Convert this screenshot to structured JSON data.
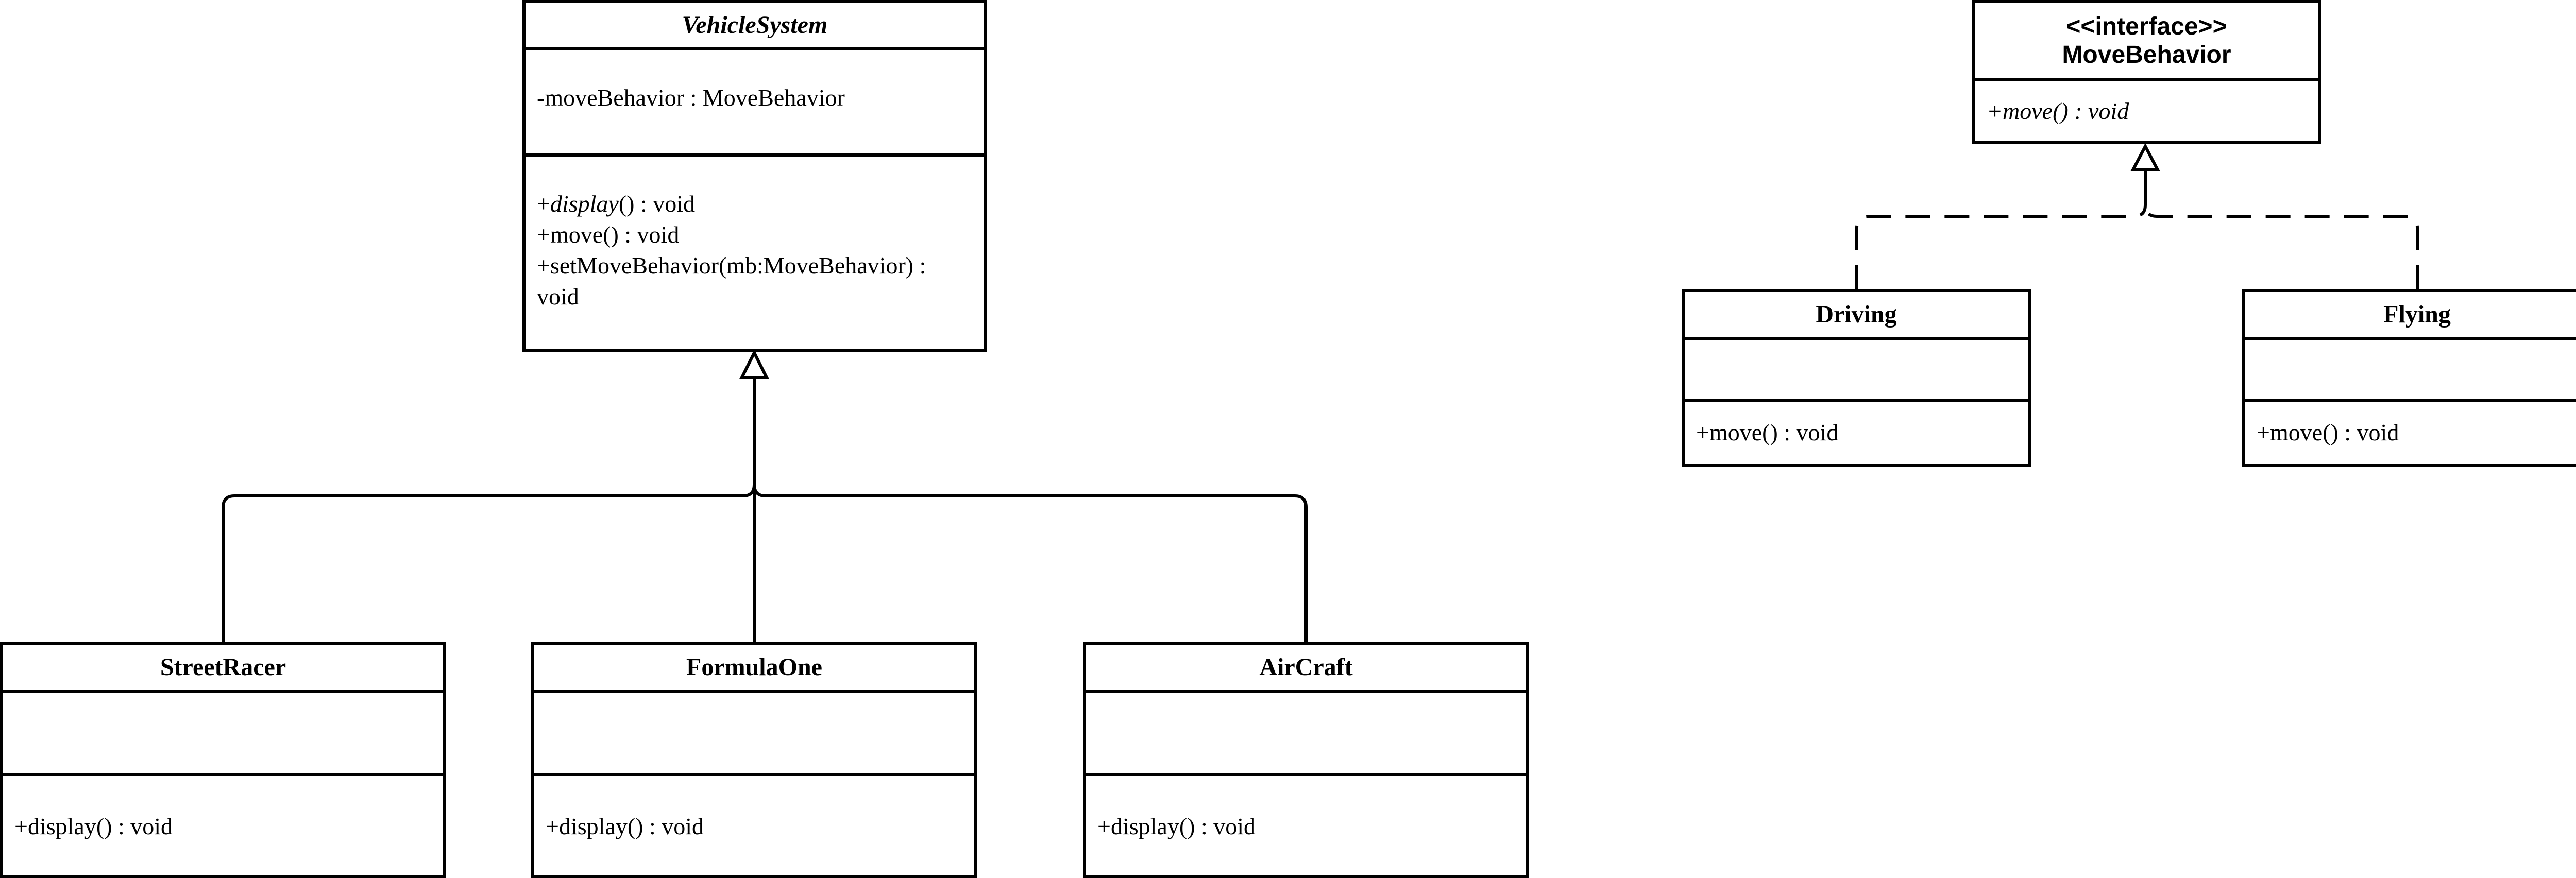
{
  "classes": {
    "vehicle_system": {
      "name": "VehicleSystem",
      "attributes": [
        "-moveBehavior : MoveBehavior"
      ],
      "methods": {
        "display_prefix": "+",
        "display_name": "display",
        "display_suffix": "() : void",
        "move": "+move() : void",
        "set_move_behavior": "+setMoveBehavior(mb:MoveBehavior) : void"
      }
    },
    "street_racer": {
      "name": "StreetRacer",
      "method": "+display() : void"
    },
    "formula_one": {
      "name": "FormulaOne",
      "method": "+display() : void"
    },
    "aircraft": {
      "name": "AirCraft",
      "method": "+display() : void"
    },
    "move_behavior": {
      "stereotype": "<<interface>>",
      "name": "MoveBehavior",
      "method": "+move() : void"
    },
    "driving": {
      "name": "Driving",
      "method": "+move() : void"
    },
    "flying": {
      "name": "Flying",
      "method": "+move() : void"
    }
  },
  "relationships": [
    {
      "type": "generalization",
      "from": "StreetRacer",
      "to": "VehicleSystem"
    },
    {
      "type": "generalization",
      "from": "FormulaOne",
      "to": "VehicleSystem"
    },
    {
      "type": "generalization",
      "from": "AirCraft",
      "to": "VehicleSystem"
    },
    {
      "type": "realization",
      "from": "Driving",
      "to": "MoveBehavior"
    },
    {
      "type": "realization",
      "from": "Flying",
      "to": "MoveBehavior"
    }
  ]
}
